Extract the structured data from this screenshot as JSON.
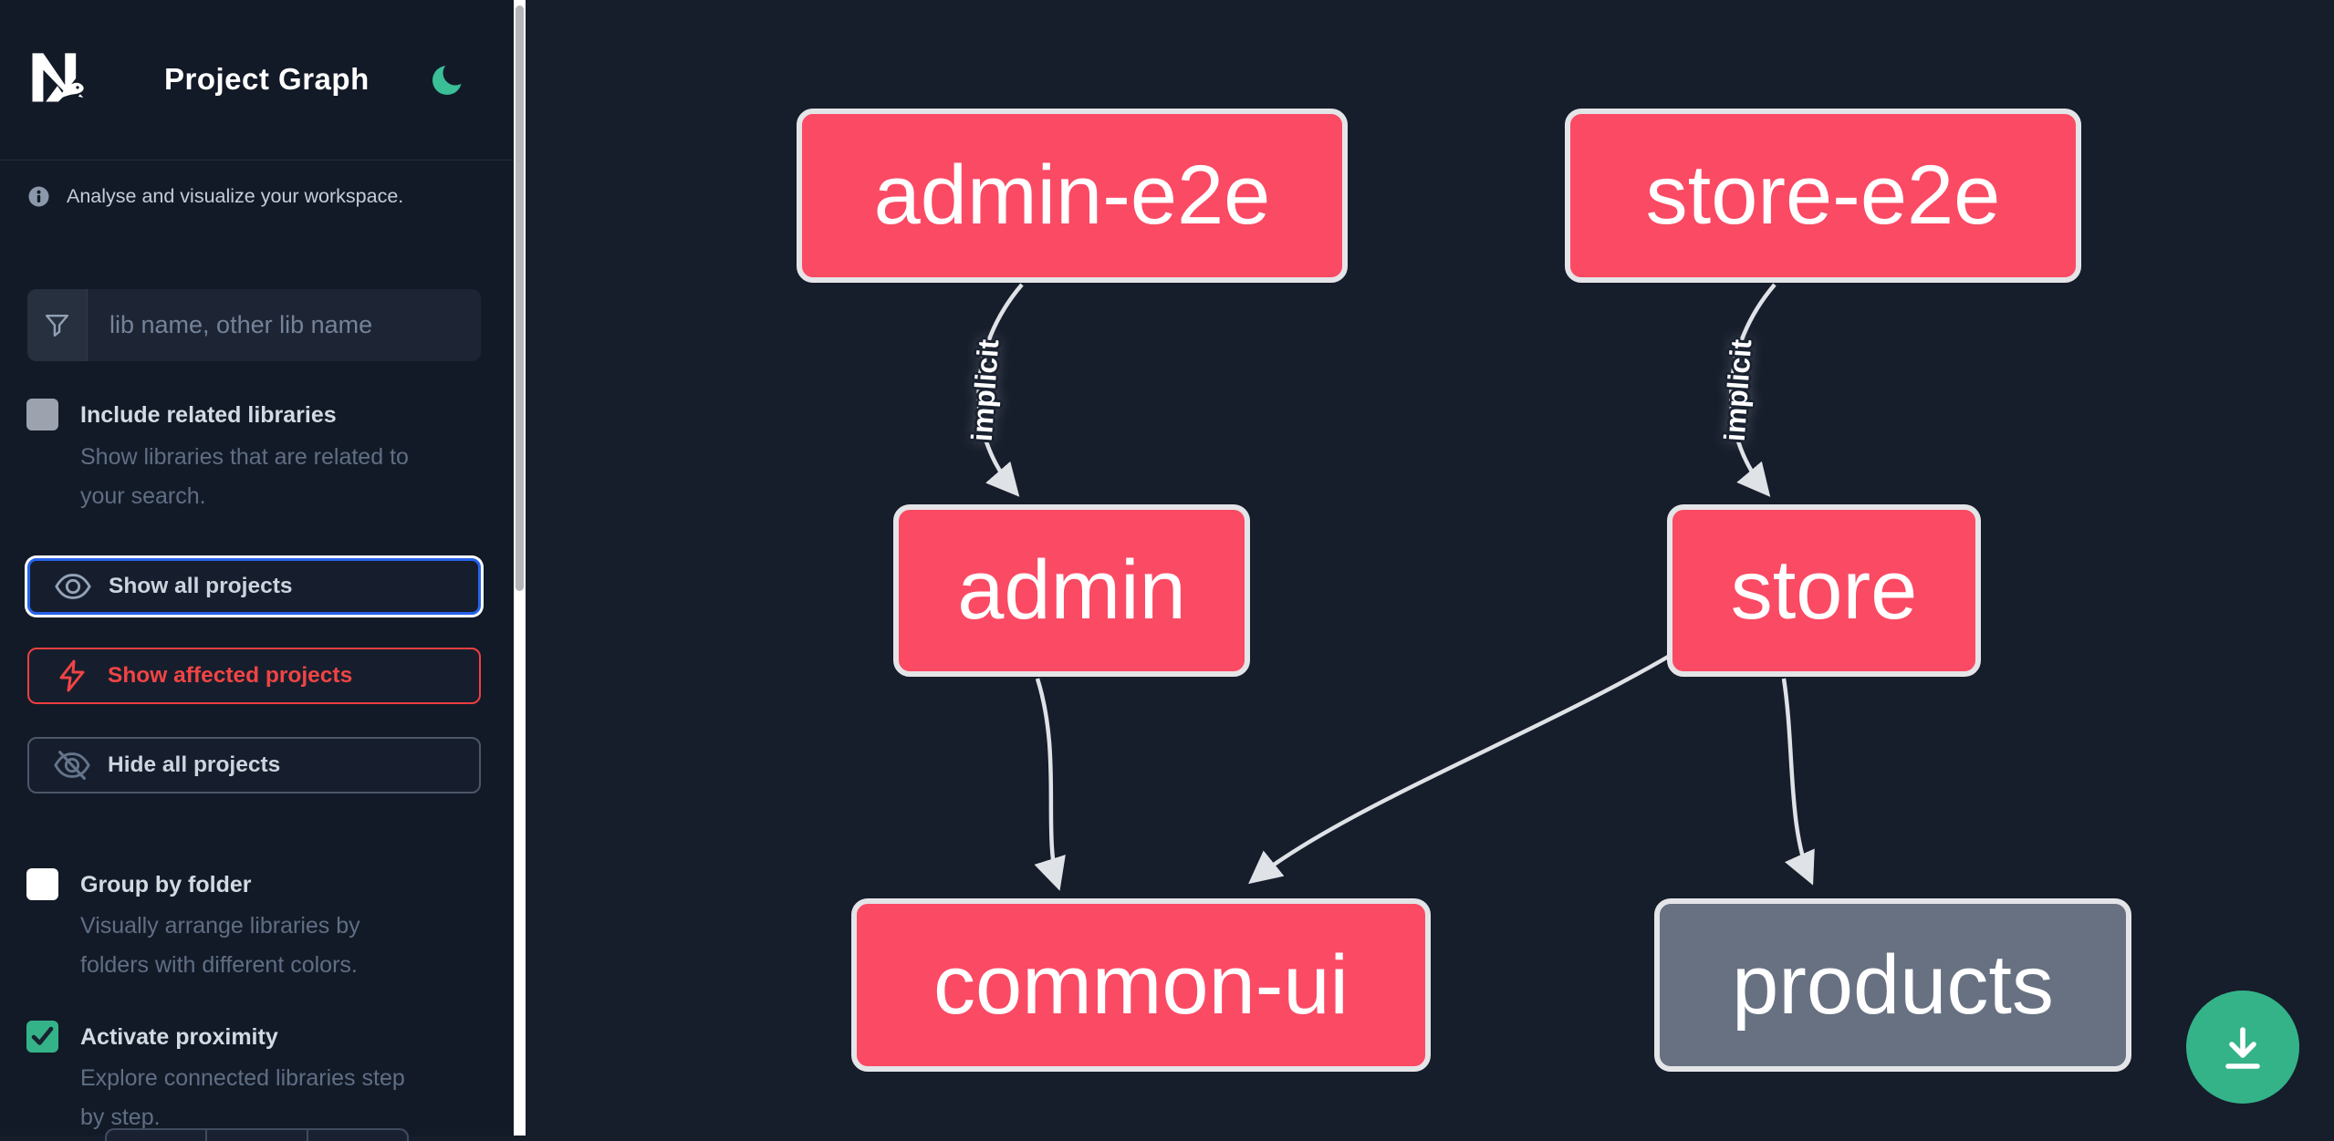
{
  "app": {
    "title": "Project Graph",
    "logo_icon": "nx-logo",
    "theme_toggle_icon": "moon-icon",
    "theme_toggle_color": "#3abf97"
  },
  "sidebar": {
    "info_text": "Analyse and visualize your workspace.",
    "search": {
      "icon": "funnel-icon",
      "placeholder": "lib name, other lib name"
    },
    "toggles": [
      {
        "label": "Include related libraries",
        "desc_line1": "Show libraries that are related to",
        "desc_line2": "your search.",
        "checked": false,
        "checkbox_color": "#9ca3af"
      },
      {
        "label": "Group by folder",
        "desc_line1": "Visually arrange libraries by",
        "desc_line2": "folders with different colors.",
        "checked": false,
        "checkbox_color": "#ffffff"
      },
      {
        "label": "Activate proximity",
        "desc_line1": "Explore connected libraries step",
        "desc_line2": "by step.",
        "checked": true,
        "checkbox_color": "#34b389"
      }
    ],
    "buttons": [
      {
        "icon": "eye-icon",
        "label": "Show all projects",
        "accent": "#2563eb",
        "focused": true
      },
      {
        "icon": "bolt-icon",
        "label": "Show affected projects",
        "accent": "#ee3f3f",
        "focused": false
      },
      {
        "icon": "eye-off-icon",
        "label": "Hide all projects",
        "accent": "#4b5769",
        "focused": false
      }
    ]
  },
  "graph": {
    "node_colors": {
      "default": "#fb4a64",
      "muted": "#677181",
      "border": "#e4e5e8"
    },
    "edge_color": "#dfe2e6",
    "nodes": [
      {
        "label": "admin-e2e",
        "color": "#fb4a64"
      },
      {
        "label": "store-e2e",
        "color": "#fb4a64"
      },
      {
        "label": "admin",
        "color": "#fb4a64"
      },
      {
        "label": "store",
        "color": "#fb4a64"
      },
      {
        "label": "common-ui",
        "color": "#fb4a64"
      },
      {
        "label": "products",
        "color": "#677181"
      }
    ],
    "edges": [
      {
        "from": "admin-e2e",
        "to": "admin",
        "label": "implicit"
      },
      {
        "from": "store-e2e",
        "to": "store",
        "label": "implicit"
      },
      {
        "from": "admin",
        "to": "common-ui",
        "label": ""
      },
      {
        "from": "store",
        "to": "common-ui",
        "label": ""
      },
      {
        "from": "store",
        "to": "products",
        "label": ""
      }
    ]
  },
  "fab": {
    "icon": "download-icon",
    "color": "#34b389"
  }
}
